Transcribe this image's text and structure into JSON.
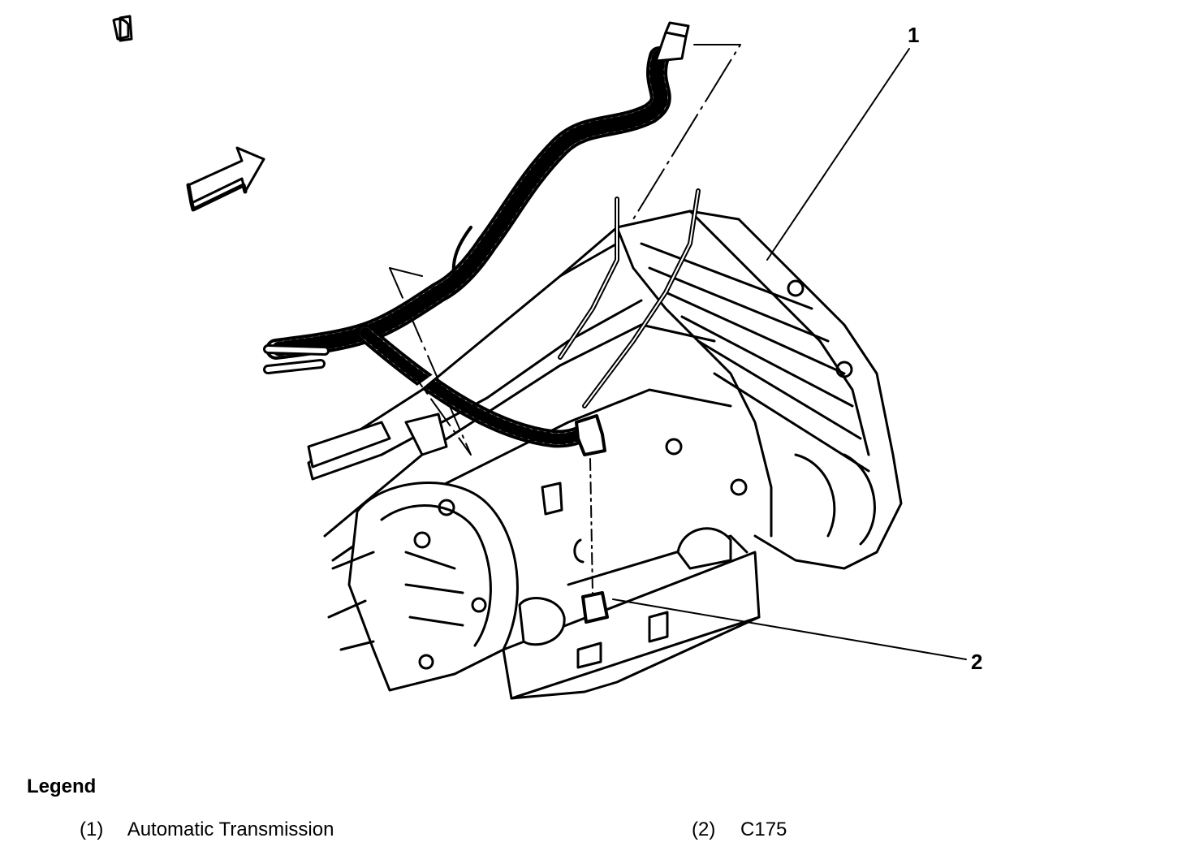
{
  "callouts": [
    {
      "number": "1"
    },
    {
      "number": "2"
    }
  ],
  "legend": {
    "title": "Legend",
    "items": [
      {
        "number": "(1)",
        "label": "Automatic Transmission"
      },
      {
        "number": "(2)",
        "label": "C175"
      }
    ]
  },
  "colors": {
    "line": "#000000",
    "background": "#ffffff"
  }
}
